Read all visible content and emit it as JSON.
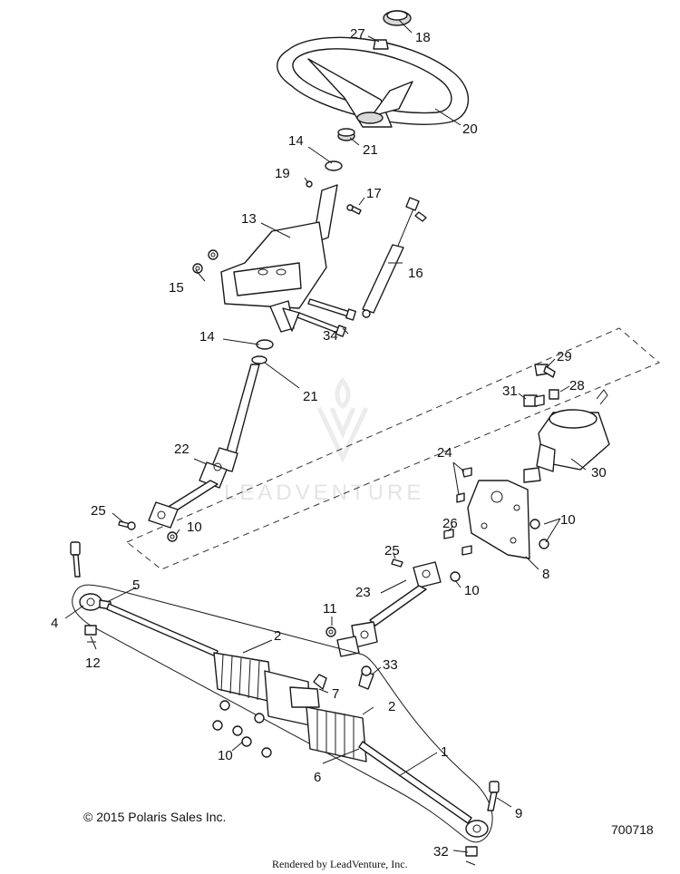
{
  "diagram": {
    "callouts": [
      "1",
      "2",
      "4",
      "5",
      "6",
      "7",
      "8",
      "9",
      "10",
      "11",
      "12",
      "13",
      "14",
      "15",
      "16",
      "17",
      "18",
      "19",
      "20",
      "21",
      "22",
      "23",
      "24",
      "25",
      "26",
      "27",
      "28",
      "29",
      "30",
      "31",
      "32",
      "33",
      "34"
    ],
    "watermark": "LEADVENTURE"
  },
  "footer": {
    "copyright": "© 2015 Polaris Sales Inc.",
    "drawing_number": "700718",
    "rendered_by": "Rendered by LeadVenture, Inc."
  }
}
